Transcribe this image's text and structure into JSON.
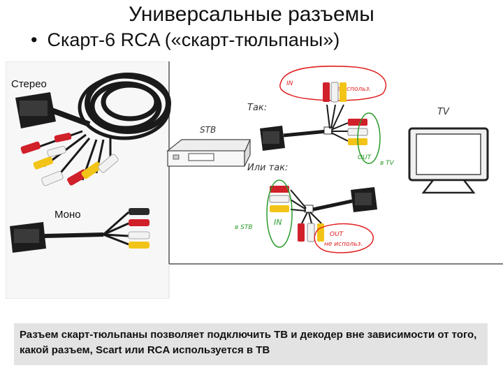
{
  "slide": {
    "title": "Универсальные разъемы",
    "subtitle": "Скарт-6 RCA («скарт-тюльпаны»)",
    "bullet": "•"
  },
  "photo": {
    "stereo_label": "Стерео",
    "mono_label": "Моно"
  },
  "diagram": {
    "so": "Так:",
    "or_so": "Или так:",
    "stb": "STB",
    "tv": "TV",
    "in_top": "IN",
    "not_used_top": "не использ.",
    "out_top": "OUT",
    "to_tv": "в TV",
    "to_stb": "в STB",
    "in_bottom": "IN",
    "out_bottom": "OUT",
    "not_used_bottom": "не использ."
  },
  "caption": {
    "text": "Разъем скарт-тюльпаны позволяет подключить ТВ и декодер вне зависимости от того, какой разъем, Scart или RCA используется в ТВ"
  },
  "colors": {
    "rca_red": "#d0202a",
    "rca_yellow": "#f2c418",
    "rca_white": "#f2f2f2",
    "highlight_red": "#e02020",
    "highlight_green": "#2a9a2a",
    "caption_bg": "#e3e3e3"
  }
}
